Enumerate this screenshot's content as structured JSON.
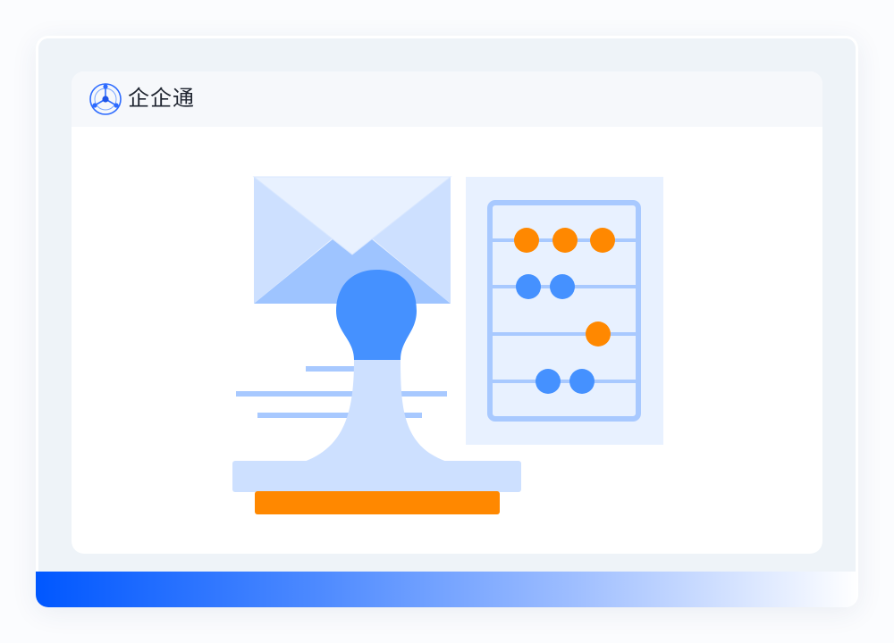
{
  "app": {
    "name": "企企通",
    "logo_icon": "network-hub-icon"
  },
  "illustration": {
    "subject": "envelope-stamp-abacus",
    "colors": {
      "primary_blue": "#4591ff",
      "light_blue": "#cde0ff",
      "pale_blue": "#e8f1ff",
      "mid_blue": "#9ec4ff",
      "orange": "#ff8800"
    },
    "abacus_rows": [
      {
        "color": "orange",
        "beads": 3
      },
      {
        "color": "blue",
        "beads": 2
      },
      {
        "color": "orange",
        "beads": 1
      },
      {
        "color": "blue",
        "beads": 2
      }
    ]
  },
  "accent_gradient": [
    "#0057ff",
    "#ffffff"
  ]
}
